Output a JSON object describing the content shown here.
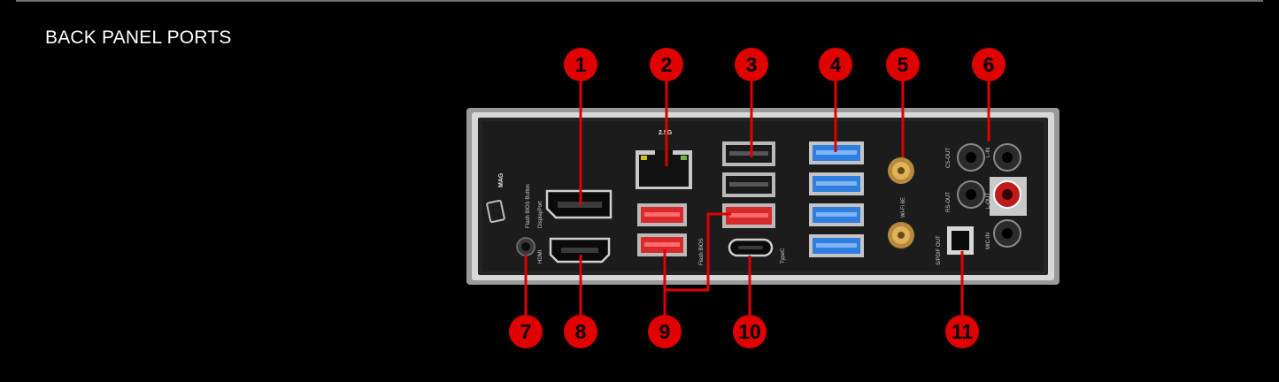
{
  "page": {
    "title": "BACK PANEL PORTS"
  },
  "callouts": [
    "1",
    "2",
    "3",
    "4",
    "5",
    "6",
    "7",
    "8",
    "9",
    "10",
    "11"
  ],
  "panel_labels": {
    "brand": "MAG",
    "flash_bios_button": "Flash BIOS Button",
    "displayport": "DisplayPort",
    "hdmi": "HDMI",
    "flash_bios": "Flash BIOS",
    "typec": "TypeC",
    "wifi": "Wi-Fi 6E",
    "cs_out": "CS-OUT",
    "l_in": "L-IN",
    "rs_out": "RS-OUT",
    "l_out": "L-OUT",
    "spdif_out": "S/PDIF OUT",
    "mic_in": "MIC-IN",
    "lan": "2.5G"
  },
  "colors": {
    "callout_red": "#e00000",
    "background": "#000000",
    "usb_blue": "#2f7fe0",
    "usb_red": "#d82a2a"
  }
}
